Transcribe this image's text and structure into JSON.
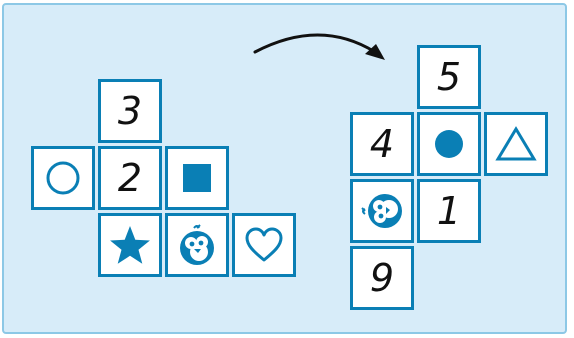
{
  "colors": {
    "panel": "#d7ecf9",
    "cell_border": "#0a7fb5",
    "symbol": "#0a7fb5",
    "digit": "#111111"
  },
  "left_net": {
    "cells": [
      {
        "id": "three",
        "type": "number",
        "value": "3"
      },
      {
        "id": "circle",
        "type": "icon",
        "icon": "circle-outline-icon"
      },
      {
        "id": "two",
        "type": "number",
        "value": "2"
      },
      {
        "id": "square",
        "type": "icon",
        "icon": "filled-square-icon"
      },
      {
        "id": "star",
        "type": "icon",
        "icon": "filled-star-icon"
      },
      {
        "id": "bird",
        "type": "icon",
        "icon": "bird-icon"
      },
      {
        "id": "heart",
        "type": "icon",
        "icon": "heart-outline-icon"
      }
    ]
  },
  "right_net": {
    "cells": [
      {
        "id": "five",
        "type": "number",
        "value": "5"
      },
      {
        "id": "four",
        "type": "number",
        "value": "4"
      },
      {
        "id": "dot",
        "type": "icon",
        "icon": "filled-circle-icon"
      },
      {
        "id": "triangle",
        "type": "icon",
        "icon": "triangle-outline-icon"
      },
      {
        "id": "bird",
        "type": "icon",
        "icon": "bird-icon"
      },
      {
        "id": "one",
        "type": "number",
        "value": "1"
      },
      {
        "id": "nine",
        "type": "number",
        "value": "9"
      }
    ]
  },
  "arrow": {
    "icon": "curved-arrow-icon",
    "direction": "left-to-right"
  }
}
